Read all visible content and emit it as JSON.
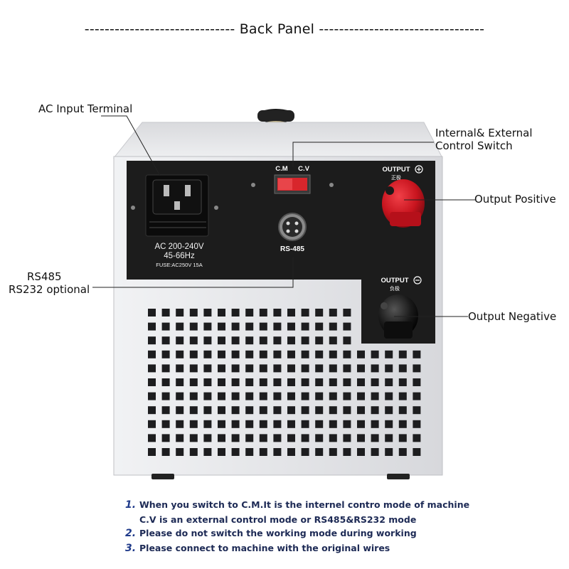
{
  "header": {
    "title": "------------------------------ Back Panel ---------------------------------"
  },
  "callouts": {
    "ac_input": "AC Input Terminal",
    "switch_line1": "Internal& External",
    "switch_line2": "Control Switch",
    "output_positive": "Output Positive",
    "output_negative": "Output Negative",
    "rs485": "RS485",
    "rs232": "RS232 optional"
  },
  "panel": {
    "ac_voltage": "AC 200-240V",
    "ac_freq": "45-66Hz",
    "fuse": "FUSE:AC250V 15A",
    "cm_label": "C.M",
    "cv_label": "C.V",
    "rs485_port": "RS-485",
    "output_plus": "OUTPUT",
    "output_plus_cn": "正极",
    "output_minus": "OUTPUT",
    "output_minus_cn": "负极"
  },
  "notes": [
    {
      "num": "1.",
      "line1": "When you switch to C.M.It is the internel contro mode of machine",
      "line2": "C.V is an external control mode or RS485&RS232 mode"
    },
    {
      "num": "2.",
      "line1": "Please do not switch the working mode during working"
    },
    {
      "num": "3.",
      "line1": "Please connect to machine with the original wires"
    }
  ],
  "colors": {
    "panel_black": "#1c1c1c",
    "housing": "#e9eaec",
    "switch_red": "#d8262c",
    "terminal_red": "#c8141e",
    "notes_blue": "#1d2a55"
  }
}
